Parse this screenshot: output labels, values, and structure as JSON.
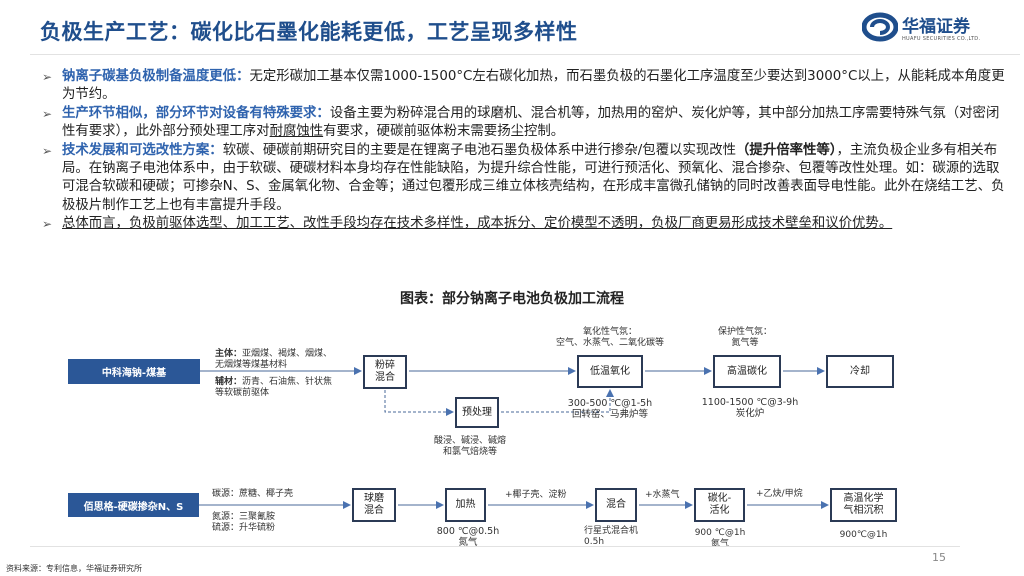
{
  "header": {
    "title": "负极生产工艺：碳化比石墨化能耗更低，工艺呈现多样性",
    "logo_cn": "华福证券",
    "logo_en": "HUAFU SECURITIES CO.,LTD."
  },
  "bullets": [
    {
      "heading": "钠离子碳基负极制备温度更低：",
      "text": "无定形碳加工基本仅需1000-1500°C左右碳化加热，而石墨负极的石墨化工序温度至少要达到3000°C以上，从能耗成本角度更为节约。"
    },
    {
      "heading": "生产环节相似，部分环节对设备有特殊要求：",
      "text_a": "设备主要为粉碎混合用的球磨机、混合机等，加热用的窑炉、炭化炉等，其中部分加热工序需要特殊气氛（对密闭性有要求），此外部分预处理工序对",
      "underlined": "耐腐蚀性",
      "text_b": "有要求，硬碳前驱体粉末需要扬尘控制。"
    },
    {
      "heading": "技术发展和可选改性方案：",
      "text_a": "软碳、硬碳前期研究目的主要是在锂离子电池石墨负极体系中进行掺杂/包覆以实现改性",
      "bold": "（提升倍率性等）",
      "text_b": "，主流负极企业多有相关布局。在钠离子电池体系中，由于软碳、硬碳材料本身均存在性能缺陷，为提升综合性能，可进行预活化、预氧化、混合掺杂、包覆等改性处理。如：碳源的选取可混合软碳和硬碳；可掺杂N、S、金属氧化物、合金等；通过包覆形成三维立体核壳结构，在形成丰富微孔储钠的同时改善表面导电性能。此外在烧结工艺、负极极片制作工艺上也有丰富提升手段。"
    },
    {
      "text": "总体而言，负极前驱体选型、加工工艺、改性手段均存在技术多样性，成本拆分、定价模型不透明，负极厂商更易形成技术壁垒和议价优势。"
    }
  ],
  "chart": {
    "title": "图表：部分钠离子电池负极加工流程",
    "row1": {
      "source": "中科海钠-煤基",
      "main_label": "主体：",
      "main_text": "亚烟煤、褐煤、烟煤、无烟煤等煤基材料",
      "aux_label": "辅材：",
      "aux_text": "沥青、石油焦、针状焦等软碳前驱体",
      "steps": [
        "粉碎混合",
        "预处理",
        "低温氧化",
        "高温碳化",
        "冷却"
      ],
      "pretreat_note": "酸浸、碱浸、碱熔和氯气焙烧等",
      "oxid_atmos": "氧化性气氛：\n空气、水蒸气、二氧化碳等",
      "oxid_cond": "300-500 ℃@1-5h\n回转窑、马弗炉等",
      "protect_atmos": "保护性气氛：\n氮气等",
      "carb_cond": "1100-1500 ℃@3-9h\n炭化炉"
    },
    "row2": {
      "source": "佰思格-硬碳掺杂N、S",
      "carbon_src": "碳源：蔗糖、椰子壳",
      "n_src": "氮源：三聚氰胺",
      "s_src": "硫源：升华硫粉",
      "steps": [
        "球磨混合",
        "加热",
        "混合",
        "碳化-活化",
        "高温化学气相沉积"
      ],
      "heat_cond": "800 ℃@0.5h\n氮气",
      "add1": "+椰子壳、淀粉",
      "mix_cond": "行星式混合机\n0.5h",
      "add2": "+水蒸气",
      "act_cond": "900 ℃@1h\n氮气",
      "add3": "+乙炔/甲烷",
      "cvd_cond": "900℃@1h"
    }
  },
  "footer": {
    "source": "资料来源：专利信息，华福证券研究所",
    "page": "15"
  },
  "colors": {
    "title": "#1f4e8c",
    "heading": "#2f63ae",
    "source_box": "#2b5797"
  }
}
